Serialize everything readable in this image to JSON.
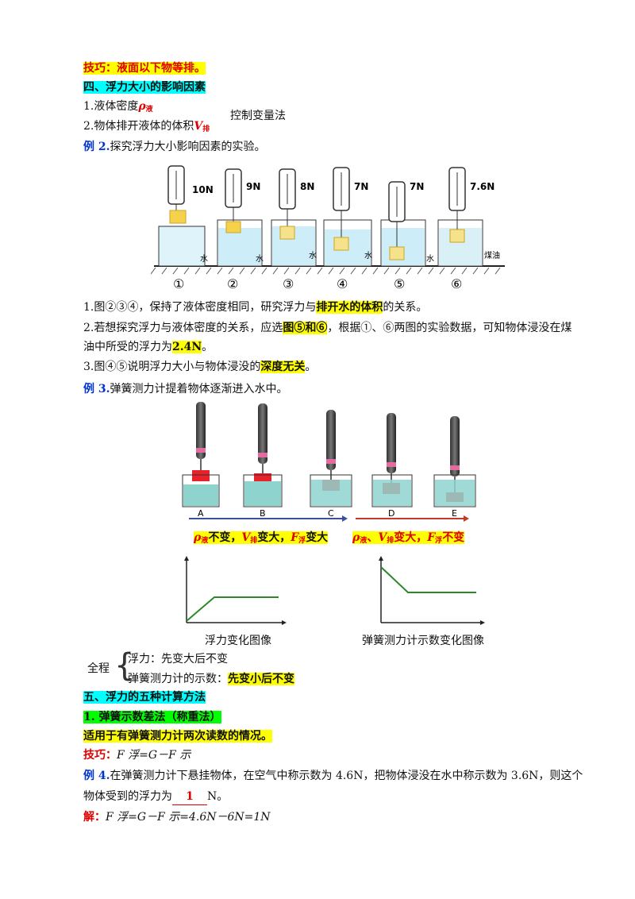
{
  "lines": {
    "tip1": "技巧：液面以下物等排。",
    "section4": "四、浮力大小的影响因素",
    "factor1_prefix": "1.液体密度",
    "factor1_sym": "ρ",
    "factor1_sub": "液",
    "factor2_prefix": "2.物体排开液体的体积",
    "factor2_sym": "V",
    "factor2_sub": "排",
    "method": "控制变量法",
    "ex2_label": "例 2.",
    "ex2_text": "探究浮力大小影响因素的实验。",
    "q1_pre": "1.图②③④，保持了液体密度相同，研究浮力与",
    "q1_hl": "排开水的体积",
    "q1_post": "的关系。",
    "q2_pre": "2.若想探究浮力与液体密度的关系，应选",
    "q2_hl": "图⑤和⑥",
    "q2_post": "，根据①、⑥两图的实验数据，可知物体浸没在煤",
    "q2b_pre": "油中所受的浮力为",
    "q2b_hl": "2.4N",
    "q2b_post": "。",
    "q3_pre": "3.图④⑤说明浮力大小与物体浸没的",
    "q3_hl": "深度无关",
    "q3_post": "。",
    "ex3_label": "例 3.",
    "ex3_text": "弹簧测力计提着物体逐渐进入水中。",
    "whole": "全程",
    "buoy_change": "浮力：先变大后不变",
    "spring_change_pre": "弹簧测力计的示数：",
    "spring_change_hl": "先变小后不变",
    "section5": "五、浮力的五种计算方法",
    "method1": "1. 弹簧示数差法（称重法）",
    "method1_use": "适用于有弹簧测力计两次读数的情况。",
    "tip2_label": "技巧：",
    "tip2_formula": "F 浮=G－F 示",
    "ex4_label": "例 4.",
    "ex4_text": "在弹簧测力计下悬挂物体，在空气中称示数为 4.6N，把物体浸没在水中称示数为 3.6N，则这个",
    "ex4_text2_pre": "物体受到的浮力为",
    "ex4_answer": "1",
    "ex4_text2_post": "N。",
    "sol_label": "解：",
    "sol_text": "F 浮=G－F 示=4.6N－6N=1N"
  },
  "fig1": {
    "readings": [
      "10N",
      "9N",
      "8N",
      "7N",
      "7N",
      "7.6N"
    ],
    "liquids": [
      "水",
      "水",
      "水",
      "水",
      "水",
      "煤油"
    ],
    "labels": [
      "①",
      "②",
      "③",
      "④",
      "⑤",
      "⑥"
    ]
  },
  "fig2": {
    "labels": [
      "A",
      "B",
      "C",
      "D",
      "E"
    ],
    "left_caption_a": "ρ",
    "left_caption_a_sub": "液",
    "left_caption_b": "不变，",
    "left_caption_c": "V",
    "left_caption_c_sub": "排",
    "left_caption_d": "变大，",
    "left_caption_e": "F",
    "left_caption_e_sub": "浮",
    "left_caption_f": "变大",
    "right_caption_a": "ρ",
    "right_caption_a_sub": "液",
    "right_caption_b": "、",
    "right_caption_c": "V",
    "right_caption_c_sub": "排",
    "right_caption_d": "变大，",
    "right_caption_e": "F",
    "right_caption_e_sub": "浮",
    "right_caption_f": "不变"
  },
  "graphs": {
    "left_caption": "浮力变化图像",
    "right_caption": "弹簧测力计示数变化图像"
  }
}
